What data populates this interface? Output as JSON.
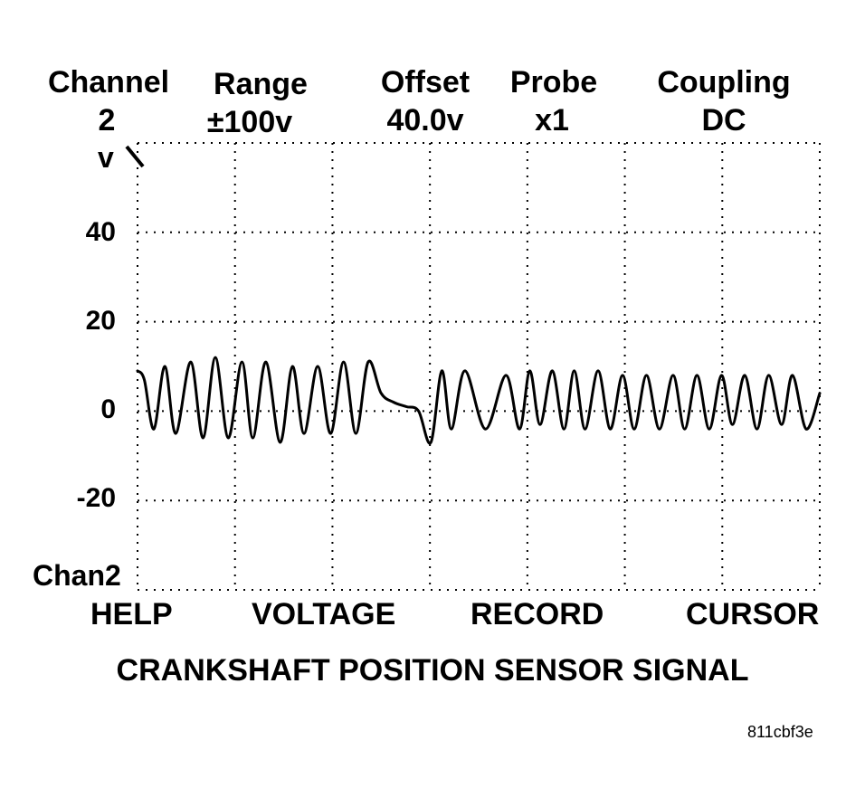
{
  "header": {
    "channel": {
      "label": "Channel",
      "value": "2"
    },
    "range": {
      "label": "Range",
      "value": "±100v"
    },
    "offset": {
      "label": "Offset",
      "value": "40.0v"
    },
    "probe": {
      "label": "Probe",
      "value": "x1"
    },
    "coupling": {
      "label": "Coupling",
      "value": "DC"
    }
  },
  "scope": {
    "unit_label": "v",
    "trigger_marker": "slope-icon",
    "channel_tag": "Chan2"
  },
  "softkeys": {
    "help": "HELP",
    "voltage": "VOLTAGE",
    "record": "RECORD",
    "cursor": "CURSOR"
  },
  "caption": "CRANKSHAFT POSITION SENSOR SIGNAL",
  "figure_id": "811cbf3e",
  "chart_data": {
    "type": "line",
    "title": "CRANKSHAFT POSITION SENSOR SIGNAL",
    "ylabel": "v",
    "xlabel": "",
    "ylim": [
      -40,
      60
    ],
    "xlim": [
      0,
      1
    ],
    "yticks": [
      40,
      20,
      0,
      -20
    ],
    "ytick_labels": [
      "40",
      "20",
      "0",
      "-20"
    ],
    "grid": true,
    "series": [
      {
        "values_x": [
          0.0,
          0.01,
          0.024,
          0.04,
          0.056,
          0.078,
          0.096,
          0.114,
          0.133,
          0.153,
          0.169,
          0.188,
          0.209,
          0.227,
          0.244,
          0.264,
          0.283,
          0.302,
          0.32,
          0.338,
          0.357,
          0.375,
          0.394,
          0.412,
          0.43,
          0.446,
          0.46,
          0.48,
          0.51,
          0.54,
          0.56,
          0.575,
          0.59,
          0.608,
          0.625,
          0.64,
          0.656,
          0.675,
          0.693,
          0.711,
          0.728,
          0.746,
          0.765,
          0.785,
          0.802,
          0.82,
          0.838,
          0.856,
          0.872,
          0.89,
          0.908,
          0.925,
          0.944,
          0.96,
          0.98,
          1.0
        ],
        "values_y": [
          9,
          7,
          -4,
          10,
          -5,
          11,
          -6,
          12,
          -6,
          11,
          -6,
          11,
          -7,
          10,
          -5,
          10,
          -5,
          11,
          -5,
          11,
          4,
          2,
          1,
          0,
          -7,
          9,
          -4,
          9,
          -4,
          8,
          -4,
          9,
          -3,
          9,
          -4,
          9,
          -4,
          9,
          -4,
          8,
          -4,
          8,
          -4,
          8,
          -4,
          8,
          -4,
          8,
          -3,
          8,
          -4,
          8,
          -3,
          8,
          -4,
          4
        ]
      }
    ]
  }
}
